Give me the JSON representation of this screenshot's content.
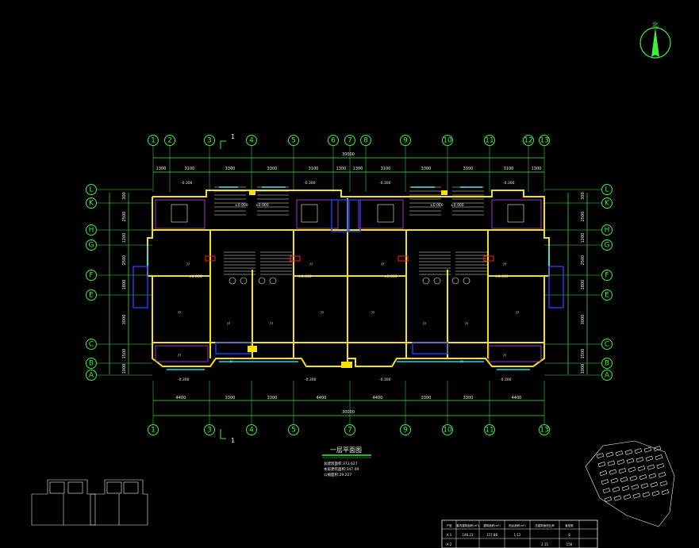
{
  "drawing": {
    "north_label": "北",
    "section_mark": "1",
    "title": "一层平面图",
    "notes": [
      "总建筑面积:373.627",
      "本层建筑面积:347.49",
      "公摊面积:29.227"
    ]
  },
  "axes_top": [
    "1",
    "2",
    "3",
    "4",
    "5",
    "6",
    "7",
    "8",
    "9",
    "10",
    "11",
    "12",
    "13"
  ],
  "axes_bottom": [
    "1",
    "3",
    "4",
    "5",
    "7",
    "9",
    "10",
    "11",
    "13"
  ],
  "axes_left": [
    "L",
    "K",
    "H",
    "G",
    "F",
    "E",
    "C",
    "B",
    "A"
  ],
  "axes_right": [
    "L",
    "K",
    "H",
    "G",
    "F",
    "E",
    "C",
    "B",
    "A"
  ],
  "dims_top": [
    "1300",
    "3100",
    "3300",
    "3300",
    "3100",
    "1300",
    "1300",
    "3100",
    "3300",
    "3300",
    "3100",
    "1300"
  ],
  "dims_top_total": "30000",
  "dims_bottom": [
    "4400",
    "3300",
    "3300",
    "4400",
    "4400",
    "3300",
    "3300",
    "4400"
  ],
  "dims_bottom_total": "30000",
  "dims_left": [
    "300",
    "2500",
    "1200",
    "2500",
    "1800",
    "3000",
    "1500",
    "1000"
  ],
  "dims_right": [
    "300",
    "2500",
    "1200",
    "2500",
    "1800",
    "3000",
    "1500",
    "1000"
  ],
  "elevations": [
    "-0.300",
    "-0.300",
    "±0.000",
    "±0.000",
    "-0.300",
    "-0.300",
    "±0.000",
    "±0.000",
    "±0.000",
    "±0.000",
    "±0.000",
    "±0.000",
    "-0.300",
    "-0.300",
    "-0.300",
    "-0.300"
  ],
  "room_labels": [
    "??",
    "??",
    "??",
    "??",
    "??",
    "??",
    "??",
    "??",
    "??",
    "??",
    "??",
    "??",
    "??",
    "??",
    "??",
    "??"
  ],
  "table": {
    "headers": [
      "户型",
      "套内建筑面积(m²)",
      "建筑面积(m²)",
      "阳台面积(m²)",
      "总建筑面积比率",
      "套型数"
    ],
    "rows": [
      [
        "A-1",
        "146.22",
        "157.88",
        "1.12",
        "",
        "8"
      ],
      [
        "A-2",
        "",
        "",
        "",
        "2.15",
        "156"
      ]
    ]
  }
}
